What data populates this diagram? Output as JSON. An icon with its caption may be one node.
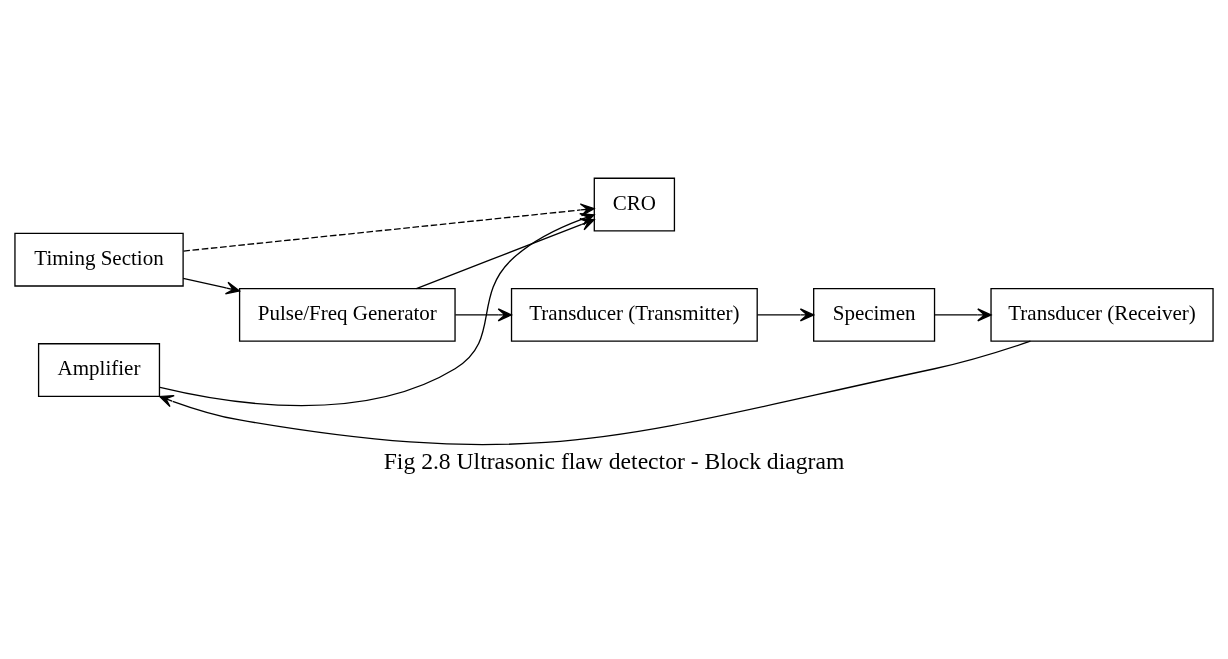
{
  "diagram": {
    "caption": "Fig 2.8 Ultrasonic flaw detector - Block diagram",
    "nodes": [
      {
        "text": [
          "Timing Section"
        ]
      },
      {
        "text": [
          "Pulse/Freq Generator"
        ]
      },
      {
        "text": [
          "CRO"
        ]
      },
      {
        "text": [
          "Amplifier"
        ]
      },
      {
        "text": [
          "Transducer (Transmitter)"
        ]
      },
      {
        "text": [
          "Specimen"
        ]
      },
      {
        "text": [
          "Transducer (Receiver)"
        ]
      }
    ],
    "edges": [
      {
        "from": 0,
        "to": 2,
        "arrow": "to",
        "style": "dashed"
      },
      {
        "from": 0,
        "to": 1,
        "arrow": "to"
      },
      {
        "from": 1,
        "to": 2,
        "arrow": "to"
      },
      {
        "from": 3,
        "to": 2,
        "arrow": "to"
      },
      {
        "from": 1,
        "to": 4,
        "arrow": "to"
      },
      {
        "from": 4,
        "to": 5,
        "arrow": "to"
      },
      {
        "from": 5,
        "to": 6,
        "arrow": "to"
      },
      {
        "from": 6,
        "to": 3,
        "arrow": "to"
      }
    ]
  }
}
